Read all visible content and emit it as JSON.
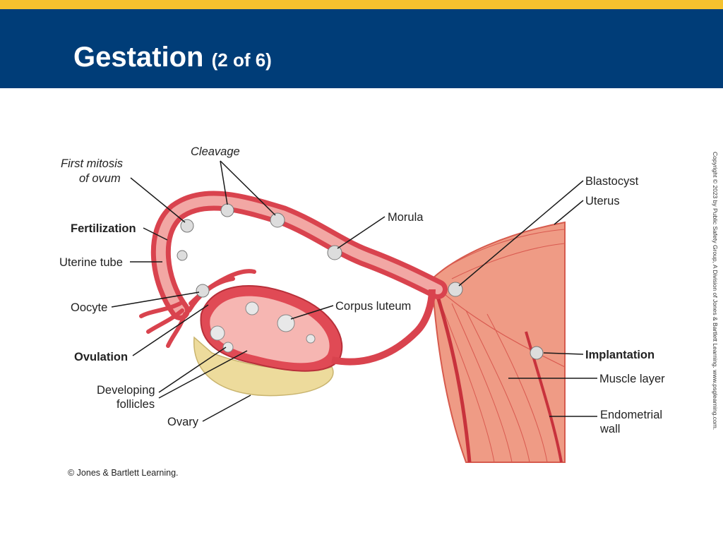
{
  "header": {
    "title": "Gestation",
    "subtitle": "(2 of 6)",
    "accent_color": "#f5c22e",
    "bar_color": "#003d78"
  },
  "diagram": {
    "labels": {
      "first_mitosis_l1": "First mitosis",
      "first_mitosis_l2": "of ovum",
      "cleavage": "Cleavage",
      "fertilization": "Fertilization",
      "uterine_tube": "Uterine tube",
      "oocyte": "Oocyte",
      "ovulation": "Ovulation",
      "developing_follicles_l1": "Developing",
      "developing_follicles_l2": "follicles",
      "ovary": "Ovary",
      "morula": "Morula",
      "corpus_luteum": "Corpus luteum",
      "blastocyst": "Blastocyst",
      "uterus": "Uterus",
      "implantation": "Implantation",
      "muscle_layer": "Muscle layer",
      "endometrial_wall_l1": "Endometrial",
      "endometrial_wall_l2": "wall"
    },
    "colors": {
      "tube": "#d9434e",
      "tube_inner": "#f2a7a4",
      "muscle": "#ef9b85",
      "ovary": "#eddb9c"
    }
  },
  "footer": {
    "credit": "© Jones & Bartlett Learning.",
    "side_copyright": "Copyright © 2023 by Public Safety Group, A Division of Jones & Bartlett Learning. www.psglearning.com."
  }
}
